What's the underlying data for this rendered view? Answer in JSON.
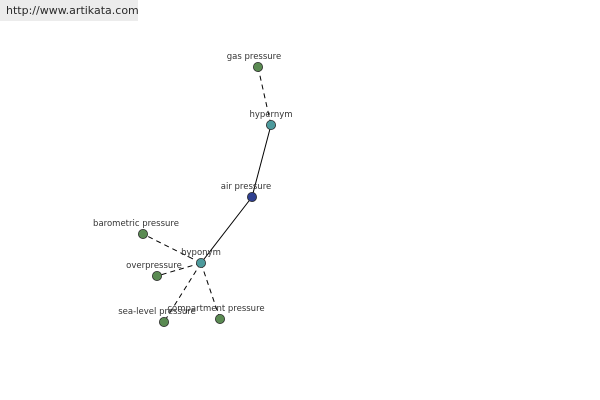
{
  "banner": {
    "url_text": "http://www.artikata.com"
  },
  "colors": {
    "term": "#5a8a52",
    "relation": "#4d9a9c",
    "root": "#2f3f8f",
    "edge": "#000000"
  },
  "graph": {
    "nodes": [
      {
        "id": "gas-pressure",
        "label": "gas pressure",
        "kind": "term"
      },
      {
        "id": "hypernym",
        "label": "hypernym",
        "kind": "relation"
      },
      {
        "id": "air-pressure",
        "label": "air pressure",
        "kind": "root"
      },
      {
        "id": "hyponym",
        "label": "hyponym",
        "kind": "relation"
      },
      {
        "id": "barometric-pressure",
        "label": "barometric pressure",
        "kind": "term"
      },
      {
        "id": "overpressure",
        "label": "overpressure",
        "kind": "term"
      },
      {
        "id": "sea-level-pressure",
        "label": "sea-level pressure",
        "kind": "term"
      },
      {
        "id": "compartment-pressure",
        "label": "compartment pressure",
        "kind": "term"
      }
    ],
    "edges": [
      {
        "from": "gas-pressure",
        "to": "hypernym",
        "style": "dashed"
      },
      {
        "from": "hypernym",
        "to": "air-pressure",
        "style": "solid"
      },
      {
        "from": "air-pressure",
        "to": "hyponym",
        "style": "solid"
      },
      {
        "from": "hyponym",
        "to": "barometric-pressure",
        "style": "dashed"
      },
      {
        "from": "hyponym",
        "to": "overpressure",
        "style": "dashed"
      },
      {
        "from": "hyponym",
        "to": "sea-level-pressure",
        "style": "dashed"
      },
      {
        "from": "hyponym",
        "to": "compartment-pressure",
        "style": "dashed"
      }
    ]
  }
}
